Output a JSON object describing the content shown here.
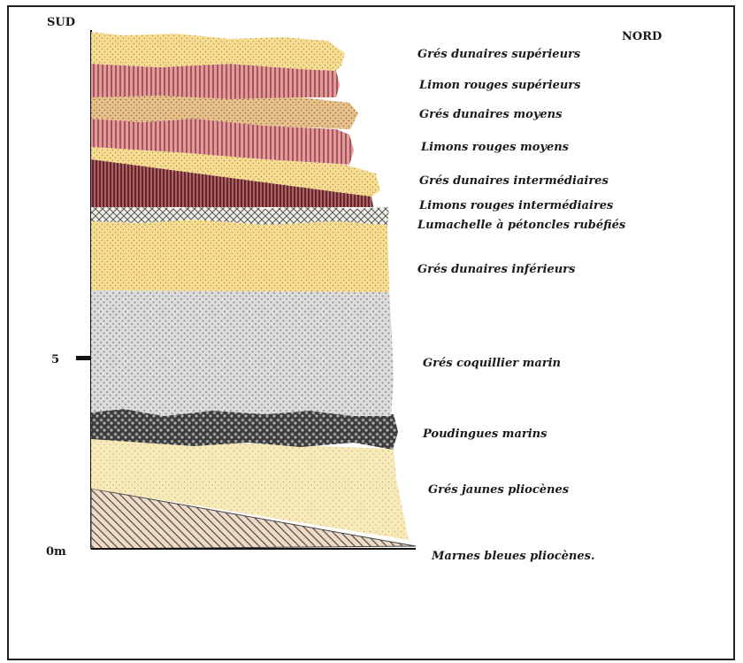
{
  "orientation": {
    "south": "SUD",
    "north": "NORD"
  },
  "scale": {
    "tick_5": "5",
    "base": "0m"
  },
  "layers": [
    {
      "id": "gres-dunaires-superieurs",
      "label": "Grés dunaires supérieurs",
      "pattern": "sand"
    },
    {
      "id": "limon-rouges-superieurs",
      "label": "Limon rouges supérieurs",
      "pattern": "red-silt"
    },
    {
      "id": "gres-dunaires-moyens",
      "label": "Grés dunaires moyens",
      "pattern": "sand-dark"
    },
    {
      "id": "limons-rouges-moyens",
      "label": "Limons rouges moyens",
      "pattern": "red-silt"
    },
    {
      "id": "gres-dunaires-intermediaires",
      "label": "Grés dunaires intermédiaires",
      "pattern": "sand"
    },
    {
      "id": "limons-rouges-intermediaires",
      "label": "Limons rouges intermédiaires",
      "pattern": "dark-red-silt"
    },
    {
      "id": "lumachelle",
      "label": "Lumachelle à pétoncles rubéfiés",
      "pattern": "crosshatch"
    },
    {
      "id": "gres-dunaires-inferieurs",
      "label": "Grés dunaires inférieurs",
      "pattern": "sand"
    },
    {
      "id": "gres-coquillier-marin",
      "label": "Grés coquillier marin",
      "pattern": "grey-dots"
    },
    {
      "id": "poudingues-marins",
      "label": "Poudingues marins",
      "pattern": "dark-pebbles"
    },
    {
      "id": "gres-jaunes-pliocenes",
      "label": "Grés jaunes pliocènes",
      "pattern": "pale-yellow"
    },
    {
      "id": "marnes-bleues-pliocenes",
      "label": "Marnes bleues pliocènes.",
      "pattern": "diagonal-hatch"
    }
  ],
  "colors": {
    "sand": "#f7dd92",
    "sand_dark": "#e8c08a",
    "red_silt": "#d98a8a",
    "dark_red_silt": "#a8555a",
    "grey": "#d6d6d6",
    "pale_yellow": "#f8eab8",
    "marl": "#e8d2c0"
  }
}
